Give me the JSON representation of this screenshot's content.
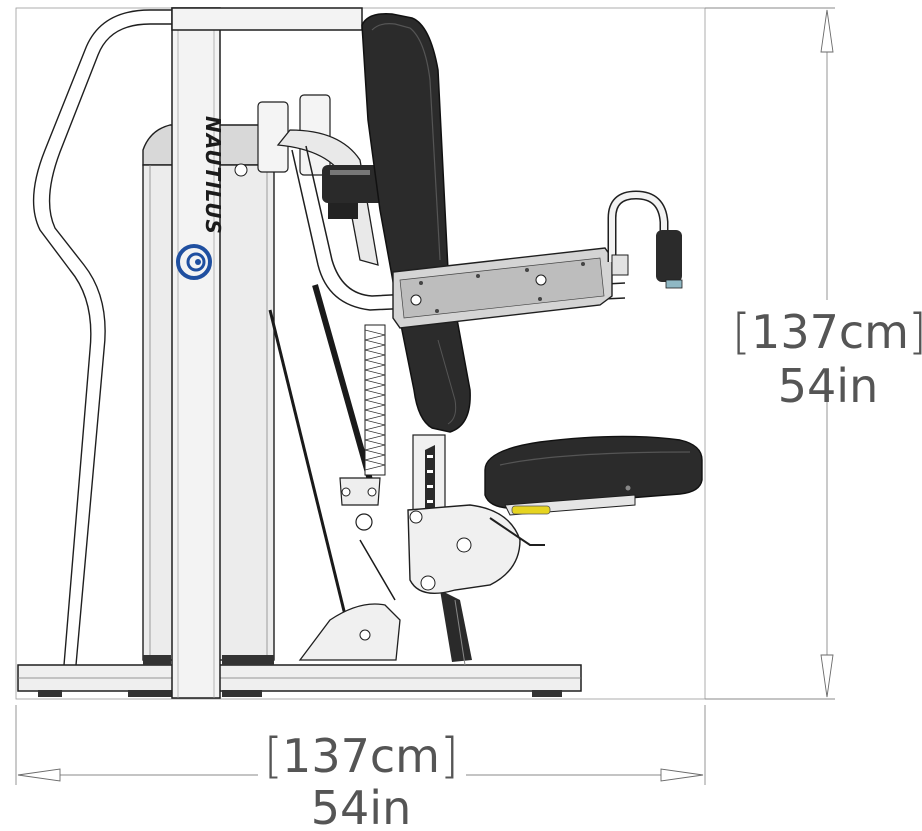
{
  "brand": {
    "name": "NAUTILUS"
  },
  "dimensions": {
    "width": {
      "metric": "137cm",
      "imperial": "54in"
    },
    "height": {
      "metric": "137cm",
      "imperial": "54in"
    }
  },
  "colors": {
    "frame": "#eeeeee",
    "frame_stroke": "#1f1f1f",
    "pad": "#2b2b2b",
    "dimension_line": "#6a6a6a",
    "dimension_text": "#555555",
    "logo_blue": "#1f4fa0",
    "accent_yellow": "#e6d420"
  }
}
